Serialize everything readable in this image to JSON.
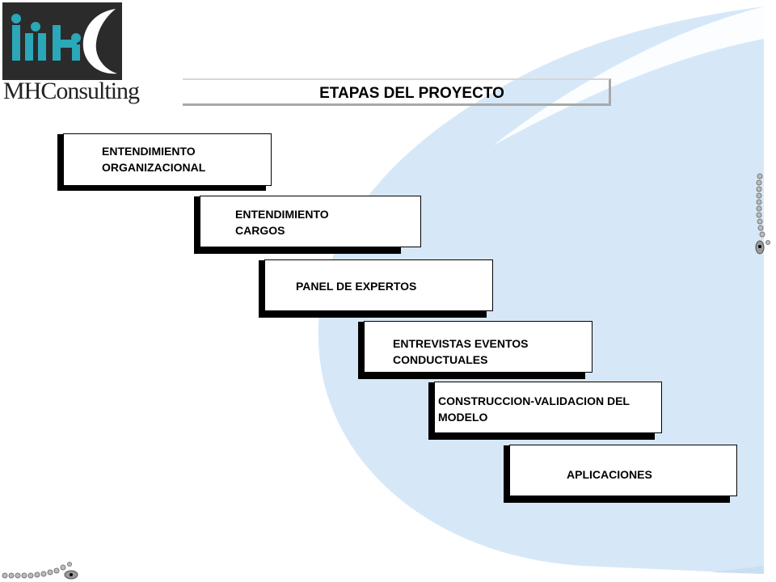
{
  "brand": {
    "logo_text": "MHConsulting",
    "logo_mark": "MHC",
    "colors": {
      "logo_bg": "#2b2b2b",
      "logo_accent": "#2aa7b8",
      "swoosh": "#d6e8f8"
    }
  },
  "title": "ETAPAS DEL PROYECTO",
  "stages": [
    {
      "label": "ENTENDIMIENTO\nORGANIZACIONAL"
    },
    {
      "label": "ENTENDIMIENTO\nCARGOS"
    },
    {
      "label": "PANEL DE EXPERTOS"
    },
    {
      "label": "ENTREVISTAS EVENTOS\nCONDUCTUALES"
    },
    {
      "label": "CONSTRUCCION-VALIDACION DEL\nMODELO"
    },
    {
      "label": "APLICACIONES"
    }
  ],
  "decor": {
    "icons": [
      "dotted-trail-icon",
      "eye-icon"
    ]
  }
}
